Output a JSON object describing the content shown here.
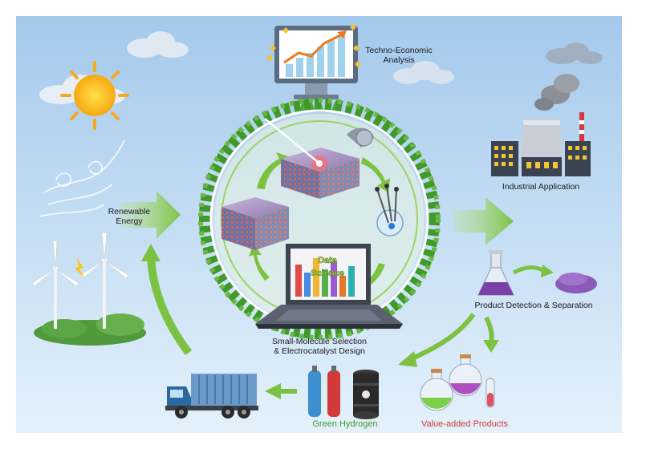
{
  "labels": {
    "techno_economic_line1": "Techno-Economic",
    "techno_economic_line2": "Analysis",
    "renewable_line1": "Renewable",
    "renewable_line2": "Energy",
    "industrial_application": "Industrial Application",
    "product_detection": "Product Detection & Separation",
    "small_molecule_line1": "Small-Molecule Selection",
    "small_molecule_line2": "& Electrocatalyst Design",
    "green_hydrogen": "Green Hydrogen",
    "value_added_products": "Value-added Products",
    "laptop_screen_line1": "Data",
    "laptop_screen_line2": "Science"
  },
  "colors": {
    "sky_top": "#a9cdee",
    "sky_bottom": "#e2f0fb",
    "arrow_green": "#7cc241",
    "leaf_green": "#3f9a2a",
    "red_text": "#d23a3a"
  }
}
